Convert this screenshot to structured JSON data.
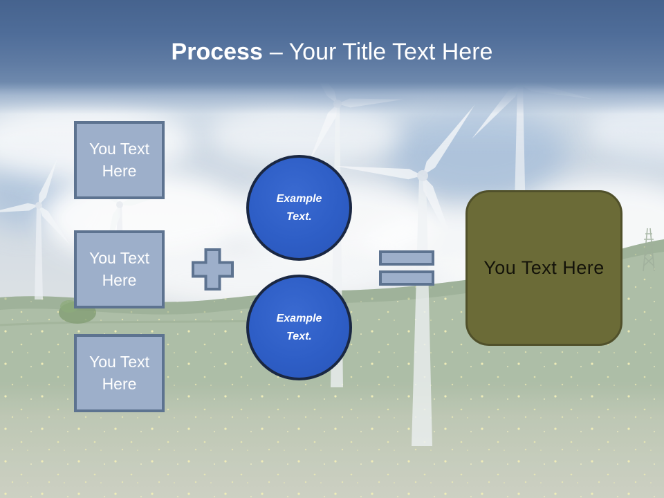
{
  "title": {
    "bold": "Process",
    "rest": "– Your Title Text Here"
  },
  "left_boxes": [
    {
      "label": "You Text Here"
    },
    {
      "label": "You Text Here"
    },
    {
      "label": "You Text Here"
    }
  ],
  "operators": {
    "plus": "plus-icon",
    "equals": "equals-icon"
  },
  "circles": [
    {
      "label": "Example Text."
    },
    {
      "label": "Example Text."
    }
  ],
  "result_box": {
    "label": "You Text Here"
  },
  "background": {
    "scene": "wind turbines in a flowering meadow under cloudy sky"
  },
  "colors": {
    "header_top": "#46638e",
    "header_bottom": "#6e89ad",
    "shape_fill": "#9dafca",
    "shape_border": "#5d7390",
    "circle_fill": "#2e5ec6",
    "circle_border": "#1a2742",
    "result_fill": "#6b6b37",
    "result_border": "#50502a",
    "title_text": "#ffffff"
  }
}
